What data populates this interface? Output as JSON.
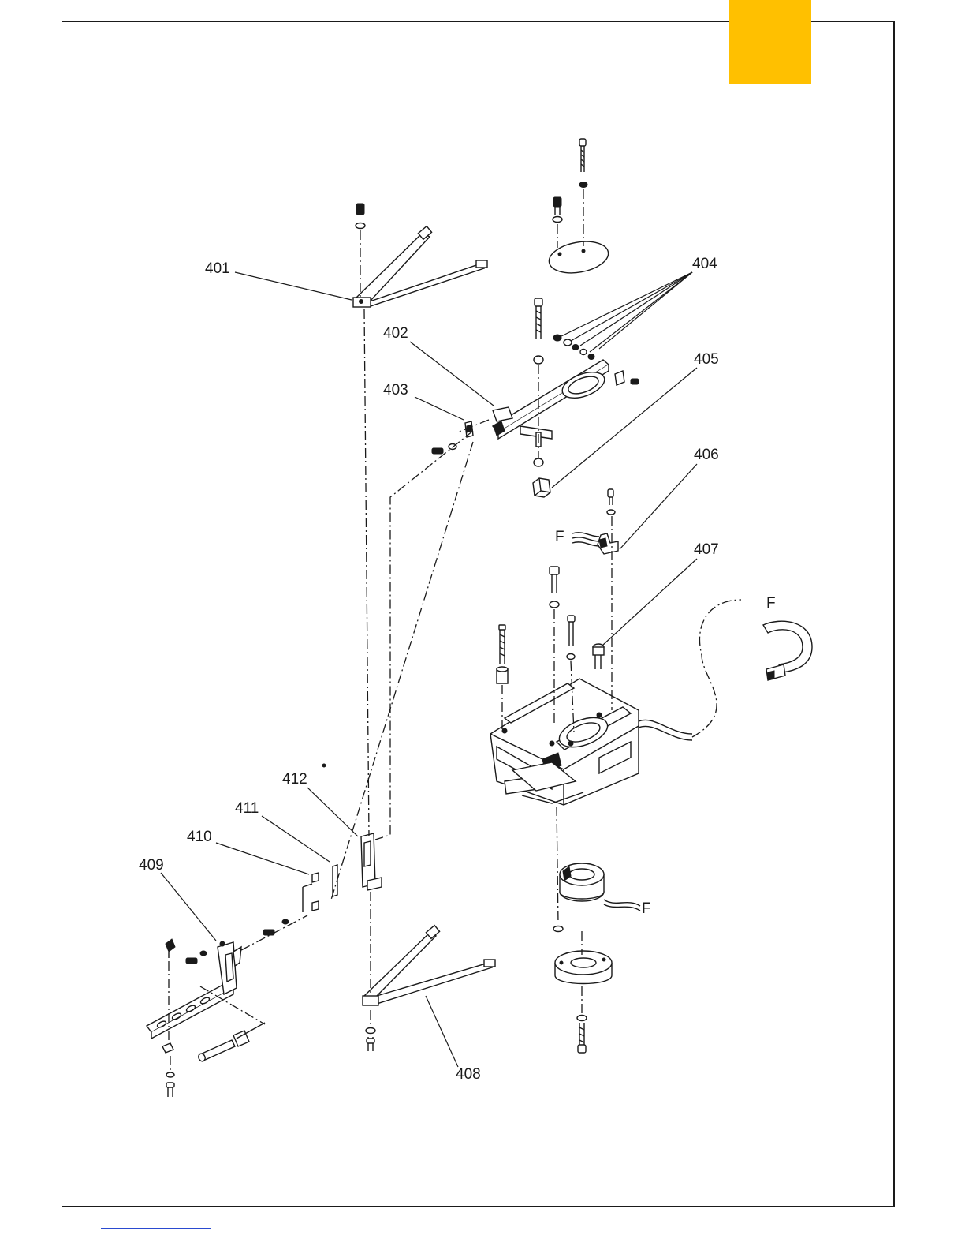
{
  "page": {
    "tab_color": "#FFC000",
    "frame_color": "#1a1a1a",
    "footer_link_color": "#2a4ad0"
  },
  "callouts": {
    "c401": "401",
    "c402": "402",
    "c403": "403",
    "c404": "404",
    "c405": "405",
    "c406": "406",
    "c407": "407",
    "c408": "408",
    "c409": "409",
    "c410": "410",
    "c411": "411",
    "c412": "412"
  },
  "connectors": {
    "f1": "F",
    "f2": "F",
    "f3": "F"
  }
}
